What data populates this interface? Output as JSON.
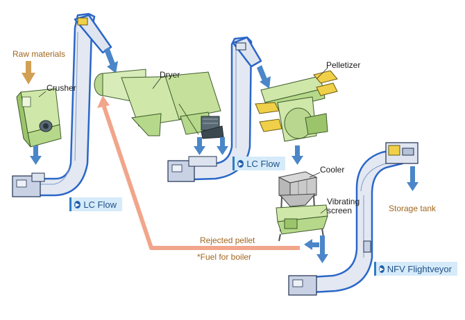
{
  "labels": {
    "raw_materials": "Raw materials",
    "crusher": "Crusher",
    "dryer": "Dryer",
    "pelletizer": "Pelletizer",
    "cooler": "Cooler",
    "vibrating_screen_1": "Vibrating",
    "vibrating_screen_2": "screen",
    "storage_tank": "Storage tank",
    "rejected_pellet": "Rejected pellet",
    "fuel_for_boiler": "*Fuel for boiler"
  },
  "badges": {
    "lc_flow_1": "LC Flow",
    "lc_flow_2": "LC Flow",
    "nfv_flightveyor": "NFV Flightveyor"
  },
  "badge_icon": "arrow-right-circle-icon",
  "colors": {
    "conveyor_fill": "#e3e8f2",
    "conveyor_outline": "#2a66c8",
    "machine_green": "#cfe7a8",
    "machine_green_dark": "#8fbf5e",
    "flow_arrow_blue": "#4a86c8",
    "raw_arrow_brown": "#d2a055",
    "reject_arrow_salmon": "#f1a58a",
    "badge_bg": "#d6ebfa",
    "label_brown": "#a0661e"
  }
}
